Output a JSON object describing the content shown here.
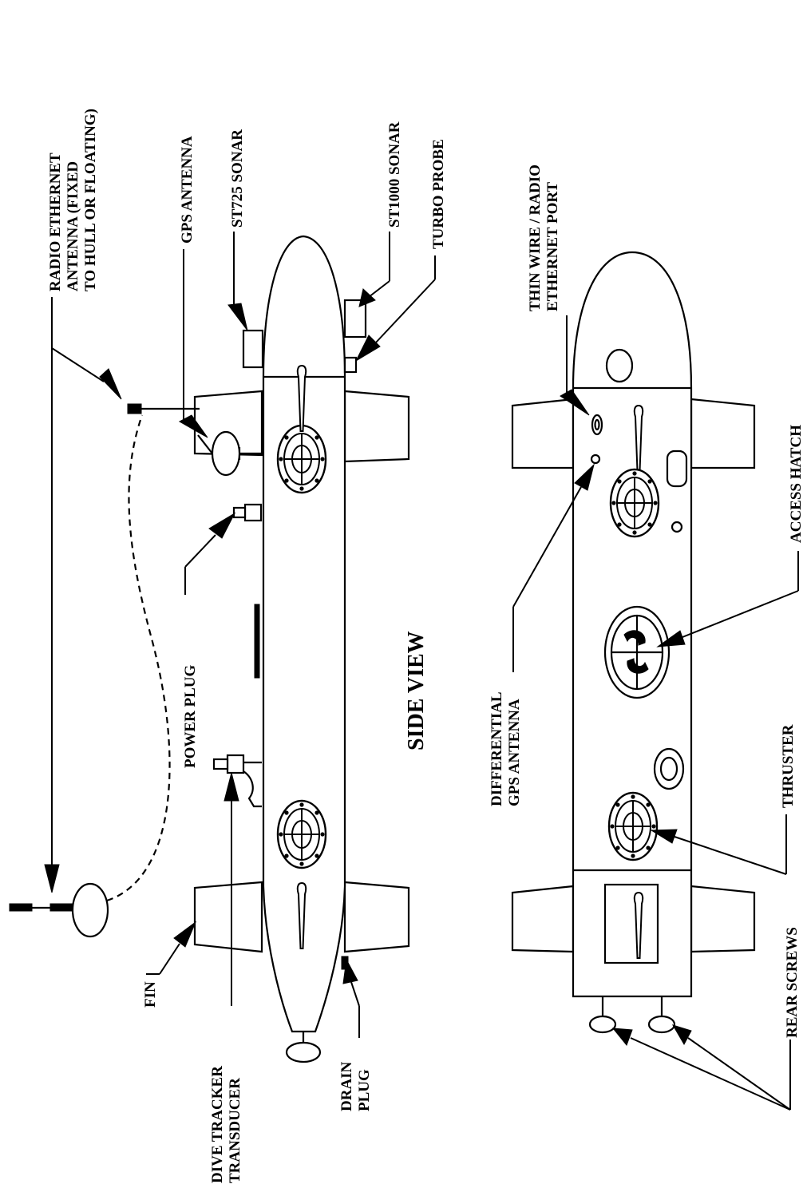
{
  "diagram": {
    "title": "SIDE VIEW",
    "side_view_labels": {
      "radio_antenna": [
        "RADIO ETHERNET",
        "ANTENNA (FIXED",
        "TO HULL OR FLOATING)"
      ],
      "gps_antenna": "GPS ANTENNA",
      "st725_sonar": "ST725 SONAR",
      "st1000_sonar": "ST1000 SONAR",
      "turbo_probe": "TURBO PROBE",
      "power_plug": "POWER PLUG",
      "fin": "FIN",
      "dive_tracker": [
        "DIVE TRACKER",
        "TRANSDUCER"
      ],
      "drain_plug": [
        "DRAIN",
        "PLUG"
      ]
    },
    "top_view_labels": {
      "thin_wire_port": [
        "THIN WIRE / RADIO",
        "ETHERNET PORT"
      ],
      "access_hatch": "ACCESS HATCH",
      "differential_gps": [
        "DIFFERENTIAL",
        "GPS ANTENNA"
      ],
      "thruster": "THRUSTER",
      "rear_screws": "REAR SCREWS"
    }
  }
}
